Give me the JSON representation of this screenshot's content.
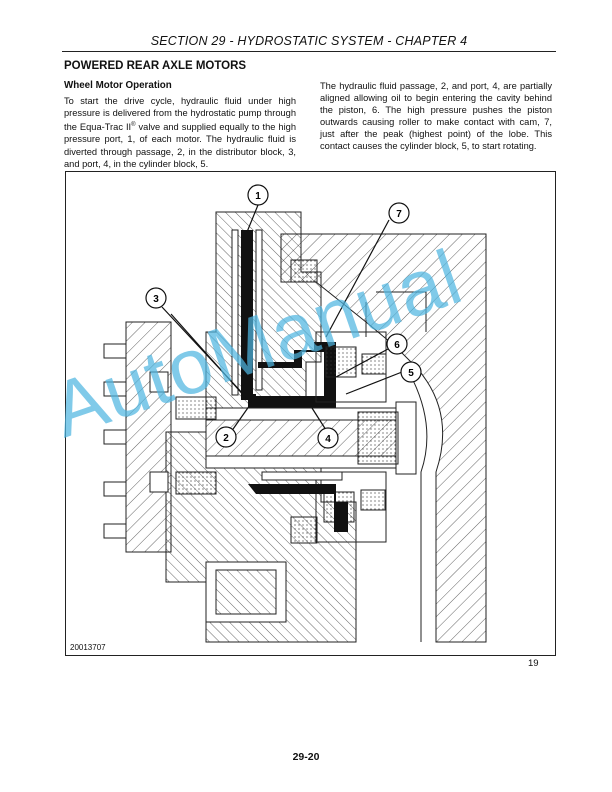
{
  "header": {
    "title": "SECTION 29 - HYDROSTATIC SYSTEM - CHAPTER 4"
  },
  "section_title": "POWERED REAR AXLE MOTORS",
  "left_column": {
    "subheading": "Wheel Motor Operation",
    "paragraph_part1": "To start the drive cycle, hydraulic fluid under high pressure is delivered from the hydrostatic pump through the Equa-Trac II",
    "registered_mark": "®",
    "paragraph_part2": " valve and supplied equally to the high pressure port, 1, of each motor. The hydraulic fluid is diverted through passage, 2, in the distributor block, 3, and port, 4, in the cylinder block, 5."
  },
  "right_column": {
    "paragraph": "The hydraulic fluid passage, 2, and port, 4, are partially aligned allowing oil to begin entering the cavity behind the piston, 6. The high pressure pushes the piston outwards causing roller to make contact with cam, 7, just after the peak (highest point) of the lobe. This contact causes the cylinder block, 5, to start rotating."
  },
  "figure": {
    "id": "20013707",
    "number": "19",
    "callouts": [
      "1",
      "2",
      "3",
      "4",
      "5",
      "6",
      "7"
    ]
  },
  "watermark": "AutoManual",
  "page_number": "29-20"
}
